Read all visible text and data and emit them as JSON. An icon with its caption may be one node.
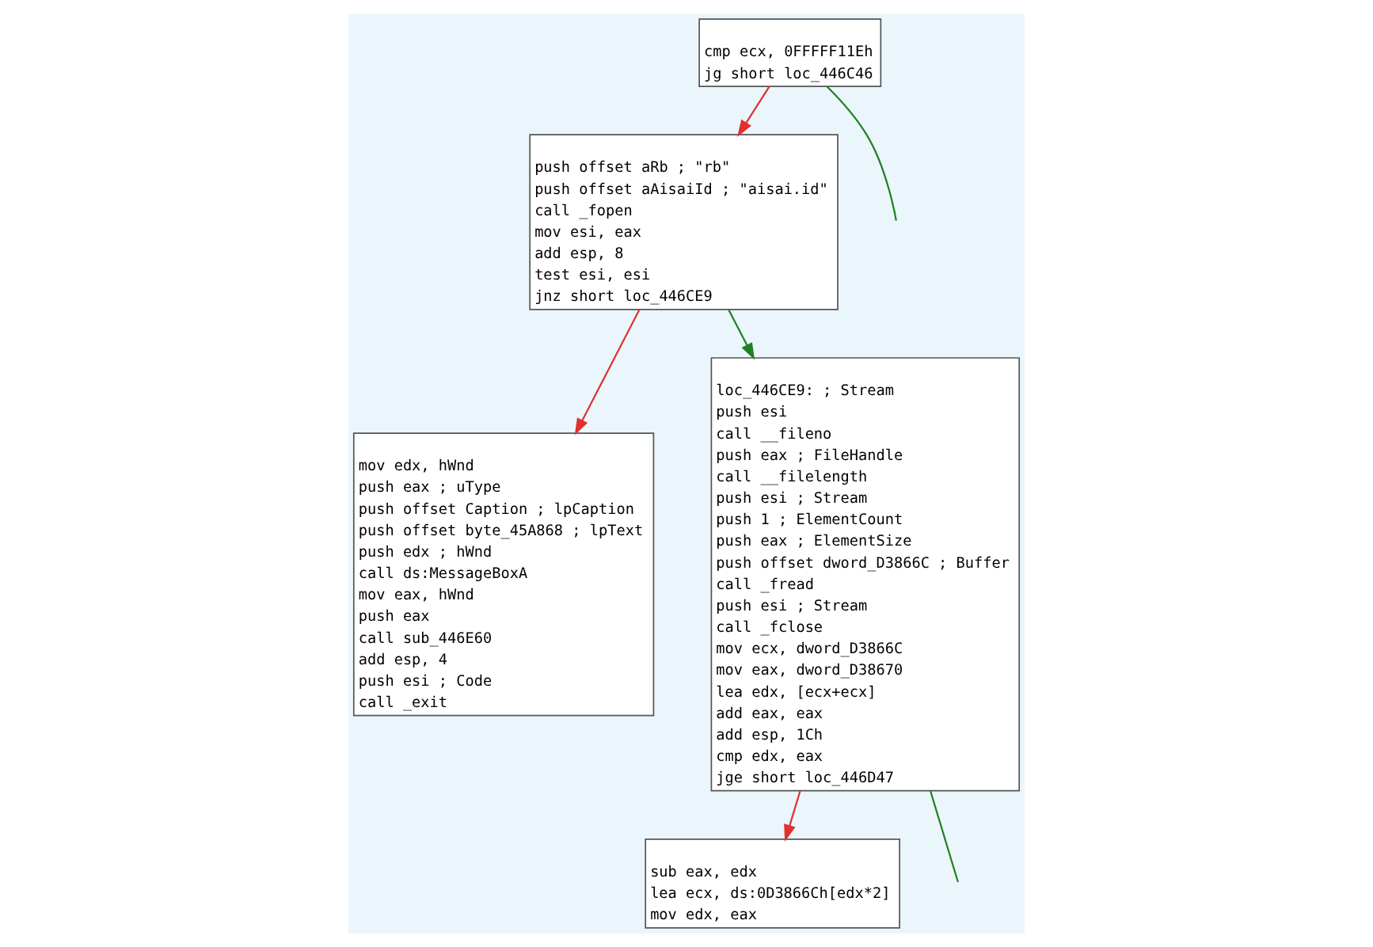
{
  "diagram": {
    "nodes": [
      {
        "text": [
          "cmp ecx, 0FFFFF11Eh",
          "jg short loc_446C46"
        ]
      },
      {
        "text": [
          "push offset aRb ; \"rb\"",
          "push offset aAisaiId ; \"aisai.id\"",
          "call _fopen",
          "mov esi, eax",
          "add esp, 8",
          "test esi, esi",
          "jnz short loc_446CE9"
        ]
      },
      {
        "text": [
          "mov edx, hWnd",
          "push eax ; uType",
          "push offset Caption ; lpCaption",
          "push offset byte_45A868 ; lpText",
          "push edx ; hWnd",
          "call ds:MessageBoxA",
          "mov eax, hWnd",
          "push eax",
          "call sub_446E60",
          "add esp, 4",
          "push esi ; Code",
          "call _exit"
        ]
      },
      {
        "text": [
          "loc_446CE9: ; Stream",
          "push esi",
          "call __fileno",
          "push eax ; FileHandle",
          "call __filelength",
          "push esi ; Stream",
          "push 1 ; ElementCount",
          "push eax ; ElementSize",
          "push offset dword_D3866C ; Buffer",
          "call _fread",
          "push esi ; Stream",
          "call _fclose",
          "mov ecx, dword_D3866C",
          "mov eax, dword_D38670",
          "lea edx, [ecx+ecx]",
          "add eax, eax",
          "add esp, 1Ch",
          "cmp edx, eax",
          "jge short loc_446D47"
        ]
      },
      {
        "text": [
          "sub eax, edx",
          "lea ecx, ds:0D3866Ch[edx*2]",
          "mov edx, eax"
        ]
      }
    ],
    "edges": [
      {
        "from": 0,
        "to": 1,
        "arrow": "to",
        "color": "#e03030"
      },
      {
        "from": 0,
        "to": null,
        "arrow": "none",
        "color": "#208020"
      },
      {
        "from": 1,
        "to": 2,
        "arrow": "to",
        "color": "#e03030"
      },
      {
        "from": 1,
        "to": 3,
        "arrow": "to",
        "color": "#208020"
      },
      {
        "from": 3,
        "to": 4,
        "arrow": "to",
        "color": "#e03030"
      },
      {
        "from": 3,
        "to": null,
        "arrow": "none",
        "color": "#208020"
      }
    ]
  }
}
